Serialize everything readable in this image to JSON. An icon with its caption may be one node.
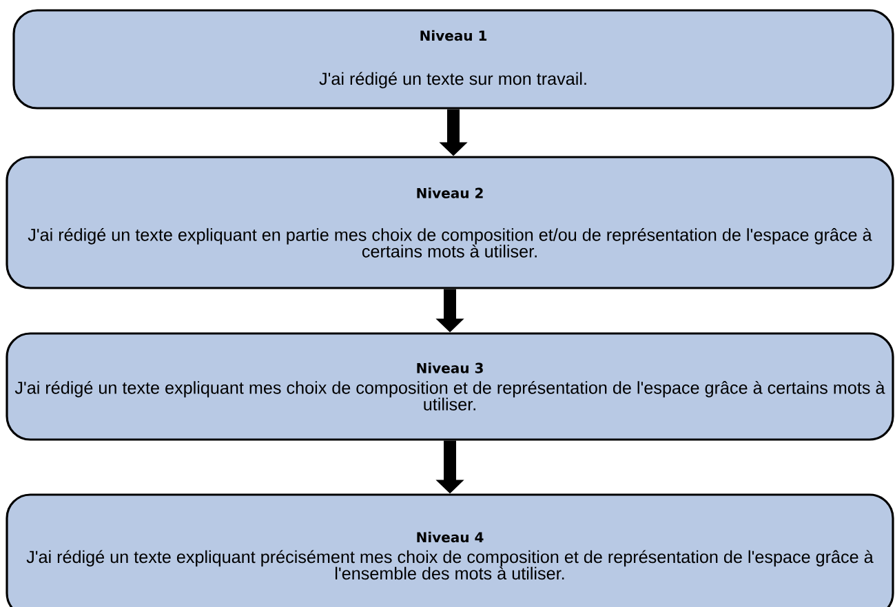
{
  "diagram": {
    "nodes": [
      {
        "text": [
          "Niveau 1",
          "J'ai rédigé un texte sur mon travail."
        ]
      },
      {
        "text": [
          "Niveau 2",
          "J'ai rédigé un texte expliquant en partie mes choix de composition et/ou de représentation de l'espace grâce à certains mots à utiliser."
        ]
      },
      {
        "text": [
          "Niveau 3",
          "J'ai rédigé un texte expliquant mes choix de composition et de représentation de l'espace grâce à certains mots à utiliser."
        ]
      },
      {
        "text": [
          "Niveau 4",
          "J'ai rédigé un texte expliquant précisément mes choix de composition et de représentation de l'espace grâce à l'ensemble des mots à utiliser."
        ]
      }
    ],
    "edges": [
      {
        "from": 0,
        "to": 1,
        "arrow": "to"
      },
      {
        "from": 1,
        "to": 2,
        "arrow": "to"
      },
      {
        "from": 2,
        "to": 3,
        "arrow": "to"
      }
    ]
  }
}
